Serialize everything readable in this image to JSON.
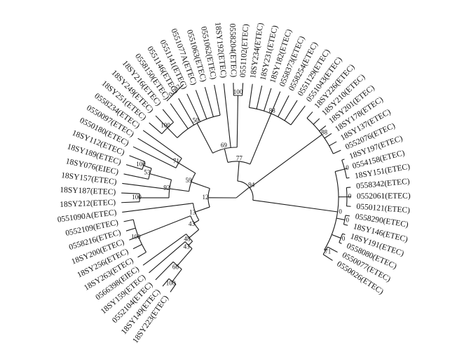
{
  "tree": {
    "leaves": [
      "18SY223(ETEC)",
      "18SY149(ETEC)",
      "0552104(ETEC)",
      "18SY159(ETEC)",
      "0566398(EIEC)",
      "18SY263(ETEC)",
      "18SY256(ETEC)",
      "18SY200(ETEC)",
      "0558216(ETEC)",
      "0552109(ETEC)",
      "0551090A(ETEC)",
      "18SY212(ETEC)",
      "18SY187(ETEC)",
      "18SY157(ETEC)",
      "18SY076(EIEC)",
      "18SY189(ETEC)",
      "18SY112(ETEC)",
      "0550180(ETEC)",
      "0550097(ETEC)",
      "0558234(ETEC)",
      "18SY251(ETEC)",
      "18SY249(ETEC)",
      "18SY216(ETEC)",
      "0558150(ETEC)",
      "0551146(ETEC)",
      "0551141(ETEC)",
      "0551077A(ETEC)",
      "0551063(ETEC)",
      "0551062(ETEC)",
      "18SY192(ETEC)",
      "0558204(ETEC)",
      "0551102(ETEC)",
      "18SY234(ETEC)",
      "18SY231(ETEC)",
      "18SY182(ETEC)",
      "0558373(ETEC)",
      "0558254(ETEC)",
      "0551129(ETEC)",
      "0551043(ETEC)",
      "18SY226(ETEC)",
      "18SY210(ETEC)",
      "18SY201(ETEC)",
      "18SY178(ETEC)",
      "18SY137(ETEC)",
      "0552076(ETEC)",
      "18SY197(ETEC)",
      "0554158(ETEC)",
      "18SY151(ETEC)",
      "0558342(ETEC)",
      "0552061(ETEC)",
      "0550121(ETEC)",
      "0558290(ETEC)",
      "18SY146(ETEC)",
      "18SY191(ETEC)",
      "0558080(ETEC)",
      "0550077(ETEC)",
      "0550026(ETEC)"
    ],
    "bootstrap": [
      {
        "value": "100",
        "leaves": [
          0,
          1
        ]
      },
      {
        "value": "66",
        "leaves": [
          0,
          2
        ]
      },
      {
        "value": "43",
        "leaves": [
          0,
          3
        ]
      },
      {
        "value": "48",
        "leaves": [
          0,
          4
        ]
      },
      {
        "value": "100",
        "leaves": [
          5,
          9
        ]
      },
      {
        "value": "43",
        "leaves": [
          0,
          9
        ]
      },
      {
        "value": "13",
        "leaves": [
          0,
          10
        ]
      },
      {
        "value": "100",
        "leaves": [
          11,
          12
        ]
      },
      {
        "value": "53",
        "leaves": [
          14,
          16
        ]
      },
      {
        "value": "100",
        "leaves": [
          15,
          16
        ]
      },
      {
        "value": "92",
        "leaves": [
          11,
          16
        ]
      },
      {
        "value": "71",
        "leaves": [
          17,
          19
        ]
      },
      {
        "value": "59",
        "leaves": [
          11,
          19
        ]
      },
      {
        "value": "12",
        "leaves": [
          0,
          19
        ]
      },
      {
        "value": "100",
        "leaves": [
          20,
          22
        ]
      },
      {
        "value": "50",
        "leaves": [
          20,
          28
        ]
      },
      {
        "value": "100",
        "leaves": [
          30,
          31
        ]
      },
      {
        "value": "69",
        "leaves": [
          20,
          31
        ]
      },
      {
        "value": "77",
        "leaves": [
          20,
          38
        ]
      },
      {
        "value": "88",
        "leaves": [
          32,
          38
        ]
      },
      {
        "value": "88",
        "leaves": [
          39,
          44
        ]
      },
      {
        "value": "94",
        "leaves": [
          0,
          56
        ]
      },
      {
        "value": "0",
        "leaves": [
          45,
          47
        ]
      },
      {
        "value": "0",
        "leaves": [
          48,
          50
        ]
      },
      {
        "value": "0",
        "leaves": [
          50,
          52
        ]
      },
      {
        "value": "0",
        "leaves": [
          52,
          54
        ]
      },
      {
        "value": "71",
        "leaves": [
          55,
          56
        ]
      },
      {
        "value": "0",
        "leaves": [
          53,
          56
        ]
      },
      {
        "value": "0",
        "leaves": [
          45,
          52
        ]
      }
    ],
    "scale_bar": "0.002"
  }
}
